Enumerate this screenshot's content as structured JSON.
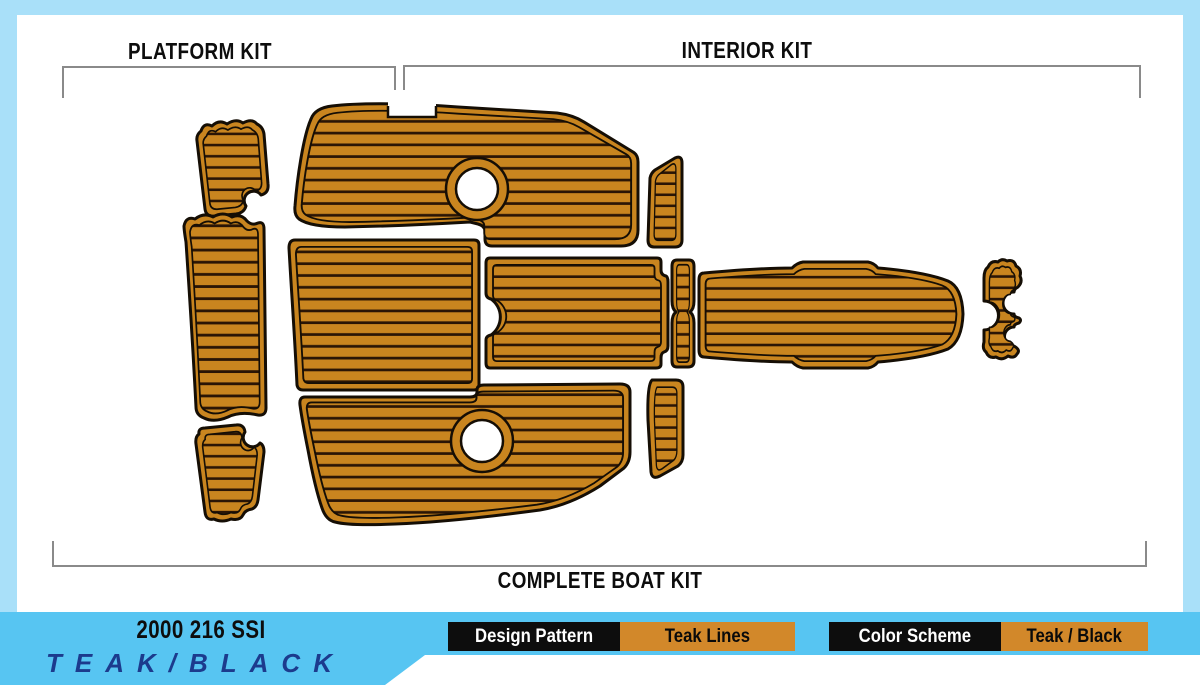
{
  "colors": {
    "frame": "#A9E0F9",
    "sky": "#57C5F2",
    "navy": "#1C3B8D",
    "teak": "#C9851F",
    "stripe": "#2A1505",
    "box_orange": "#D2882A",
    "ink": "#0D0D0D",
    "bracket": "#8A8A8A"
  },
  "header": {
    "platform_kit": "PLATFORM KIT",
    "interior_kit": "INTERIOR KIT"
  },
  "bottom_caption": "COMPLETE BOAT KIT",
  "bottom_bar": {
    "model": "2000 216 SSI",
    "watermark": "TEAK/BLACK",
    "design_pattern_label": "Design Pattern",
    "design_pattern_value": "Teak Lines",
    "color_scheme_label": "Color Scheme",
    "color_scheme_value": "Teak / Black"
  },
  "diagram": {
    "pieces": [
      "platform-step-pad-upper-left",
      "gunwale-curved-pad-left",
      "platform-step-pad-lower-left",
      "swim-platform-main-upper",
      "cockpit-aft-floor-pad",
      "cockpit-mid-floor-pad",
      "step-connector-strip",
      "bow-walkway-pad",
      "bow-anchor-pad",
      "side-step-pad-upper",
      "side-step-pad-lower",
      "swim-platform-main-lower"
    ]
  }
}
